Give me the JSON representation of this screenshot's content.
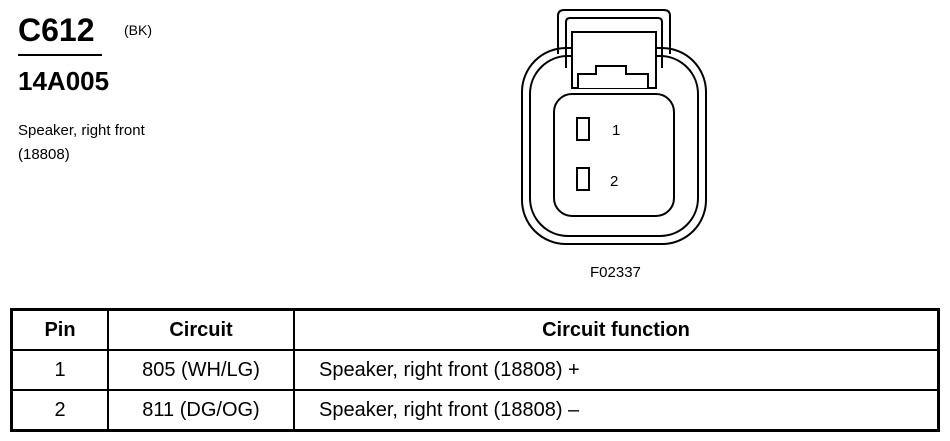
{
  "connector": {
    "id": "C612",
    "color": "(BK)",
    "part_number": "14A005",
    "description_line1": "Speaker, right front",
    "description_line2": "(18808)"
  },
  "diagram": {
    "pin_labels": [
      "1",
      "2"
    ],
    "figure_code": "F02337"
  },
  "table": {
    "headers": [
      "Pin",
      "Circuit",
      "Circuit function"
    ],
    "rows": [
      {
        "pin": "1",
        "circuit": "805 (WH/LG)",
        "function": "Speaker, right front (18808) +"
      },
      {
        "pin": "2",
        "circuit": "811 (DG/OG)",
        "function": "Speaker, right front (18808) –"
      }
    ]
  }
}
